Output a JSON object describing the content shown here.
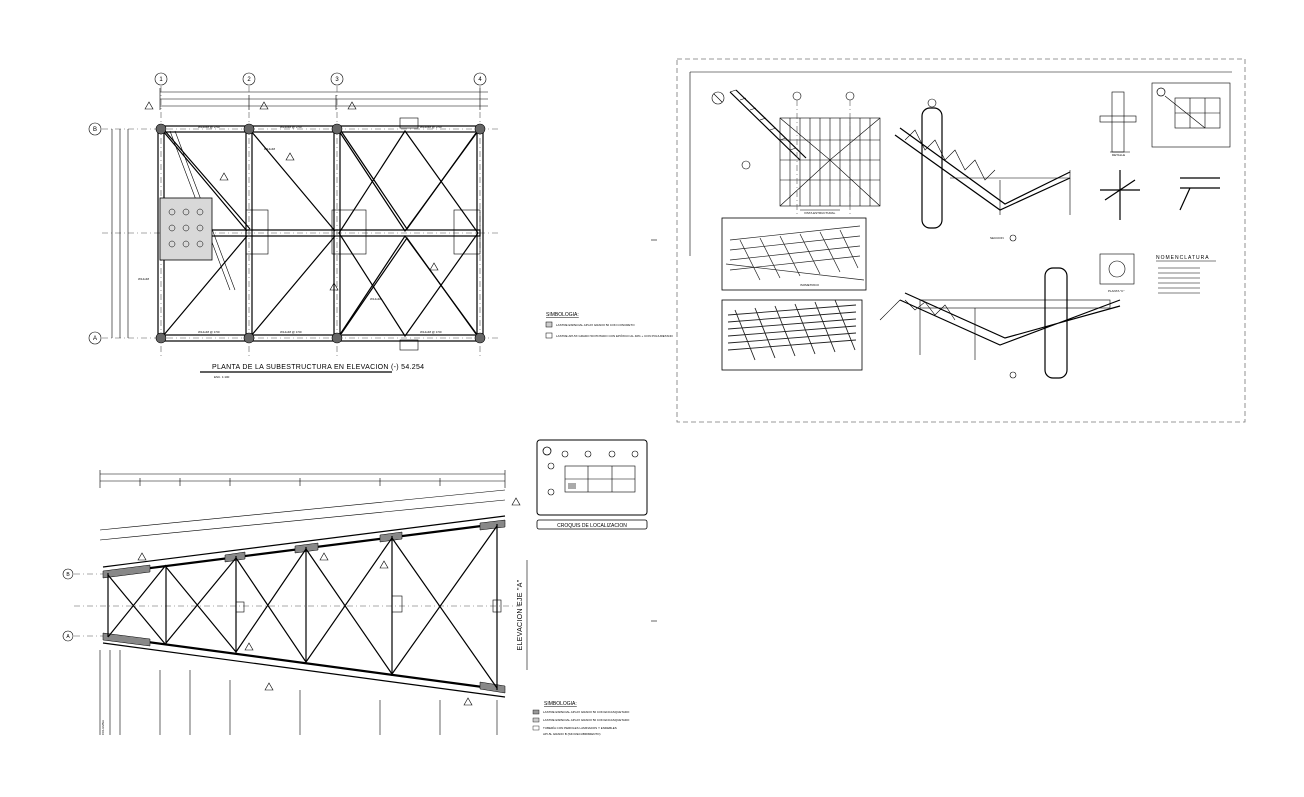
{
  "drawing_sheet": {
    "plan_view": {
      "title": "PLANTA DE LA SUBESTRUCTURA EN ELEVACION (-) 54.254",
      "scale_note": "ESC. 1:100",
      "column_axes": [
        "1",
        "2",
        "3",
        "4"
      ],
      "row_axes": [
        "B",
        "A"
      ]
    },
    "symbology_top": {
      "heading": "SIMBOLOGIA:",
      "items": [
        "LASTRE ESPECIAL APl-2X GRADO 50 CON CONCRETO",
        "LASTRE APl-5X GRADO 50 PINTADO CON EPÓXICO AL 40% + CON POLIURETANO"
      ]
    },
    "elevation_view": {
      "title": "ELEVACION EJE \"A\"",
      "axes": [
        "B",
        "A"
      ]
    },
    "location_sketch": {
      "label": "CROQUIS DE LOCALIZACION"
    },
    "symbology_bottom": {
      "heading": "SIMBOLOGIA:",
      "items": [
        "LASTRE ESPECIAL APl-2X GRADO 50 CON ENCASQUETADO",
        "LASTRE ESPECIAL APl-2X GRADO 50 CON ENCASQUETADO",
        "TUBERÍA CON PERFILES LAMINADOS Y ENDEBLES",
        "API-5L GRADO B (SIN RECUBRIMIENTO)"
      ]
    },
    "detail_sheet": {
      "views": [
        "VISTA ESTRUCTURAL",
        "ISOMETRICO",
        "SECCION",
        "DETALLE",
        "PLANTA \"C\""
      ],
      "nomenclature_heading": "NOMENCLATURA"
    }
  }
}
